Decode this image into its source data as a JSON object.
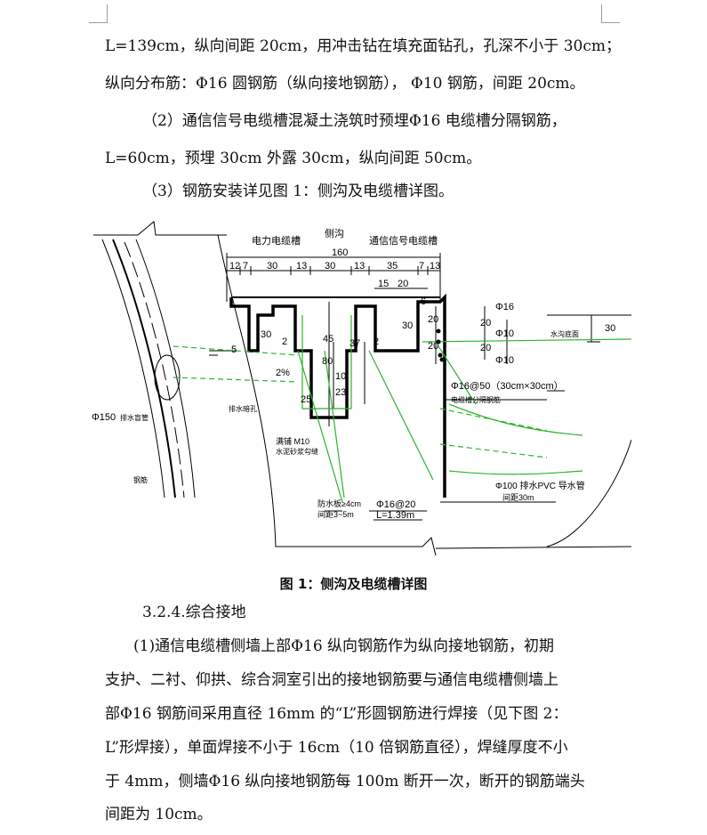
{
  "paragraphs_top": [
    "L=139cm，纵向间距 20cm，用冲击钻在填充面钻孔，孔深不小于 30cm；",
    "纵向分布筋：Φ16 圆钢筋（纵向接地钢筋）， Φ10 钢筋，间距 20cm。",
    "（2）通信信号电缆槽混凝土浇筑时预埋Φ16 电缆槽分隔钢筋，",
    "L=60cm，预埋 30cm 外露 30cm，纵向间距 50cm。",
    "（3）钢筋安装详见图 1：侧沟及电缆槽详图。"
  ],
  "figure": {
    "caption": "图 1：侧沟及电缆槽详图",
    "labels": {
      "power_trough": "电力电缆槽",
      "side_ditch": "侧沟",
      "signal_trough": "通信信号电缆槽",
      "total_width": "160",
      "dims_top": [
        "12",
        "7",
        "30",
        "13",
        "30",
        "13",
        "35",
        "7",
        "13"
      ],
      "dims_right_top": [
        "15",
        "20",
        "6"
      ],
      "h30_left": "30",
      "h2_left": "2",
      "h5": "5",
      "h45": "45",
      "h80": "80",
      "h37": "37",
      "h2_mid": "2",
      "h30_right": "30",
      "h25": "25",
      "h23": "23",
      "h10": "10",
      "v20a": "20",
      "v20b": "20",
      "v20c": "20",
      "v20d": "20",
      "h30_far": "30",
      "slope": "2%",
      "rebar_16": "Φ16",
      "rebar_10a": "Φ10",
      "rebar_10b": "Φ10",
      "rebar_16_50": "Φ16@50（30cm×30cm）",
      "divider_note": "电缆槽分隔钢筋",
      "drain_hole": "排水暗孔",
      "pipe150": "Φ150",
      "pipe150_note": "排水盲管",
      "mortar1": "满铺 M10",
      "mortar2": "水泥砂浆勾缝",
      "rebar_note": "钢筋",
      "shim1": "防水板≥4cm",
      "shim2": "间距3~5m",
      "rebar_1620": "Φ16@20",
      "rebar_len": "L=1.39m",
      "pvc": "Φ100 排水PVC 导水管",
      "pvc_spacing": "间距30m",
      "water_level": "水沟底面"
    }
  },
  "section_heading": "3.2.4.综合接地",
  "paragraphs_bottom": [
    "(1)通信电缆槽侧墙上部Φ16 纵向钢筋作为纵向接地钢筋，初期",
    "支护、二衬、仰拱、综合洞室引出的接地钢筋要与通信电缆槽侧墙上",
    "部Φ16 钢筋间采用直径 16mm 的“L”形圆钢筋进行焊接（见下图 2：",
    "L”形焊接），单面焊接不小于 16cm（10 倍钢筋直径），焊缝厚度不小",
    "于 4mm，侧墙Φ16 纵向接地钢筋每 100m 断开一次，断开的钢筋端头",
    "间距为 10cm。"
  ]
}
